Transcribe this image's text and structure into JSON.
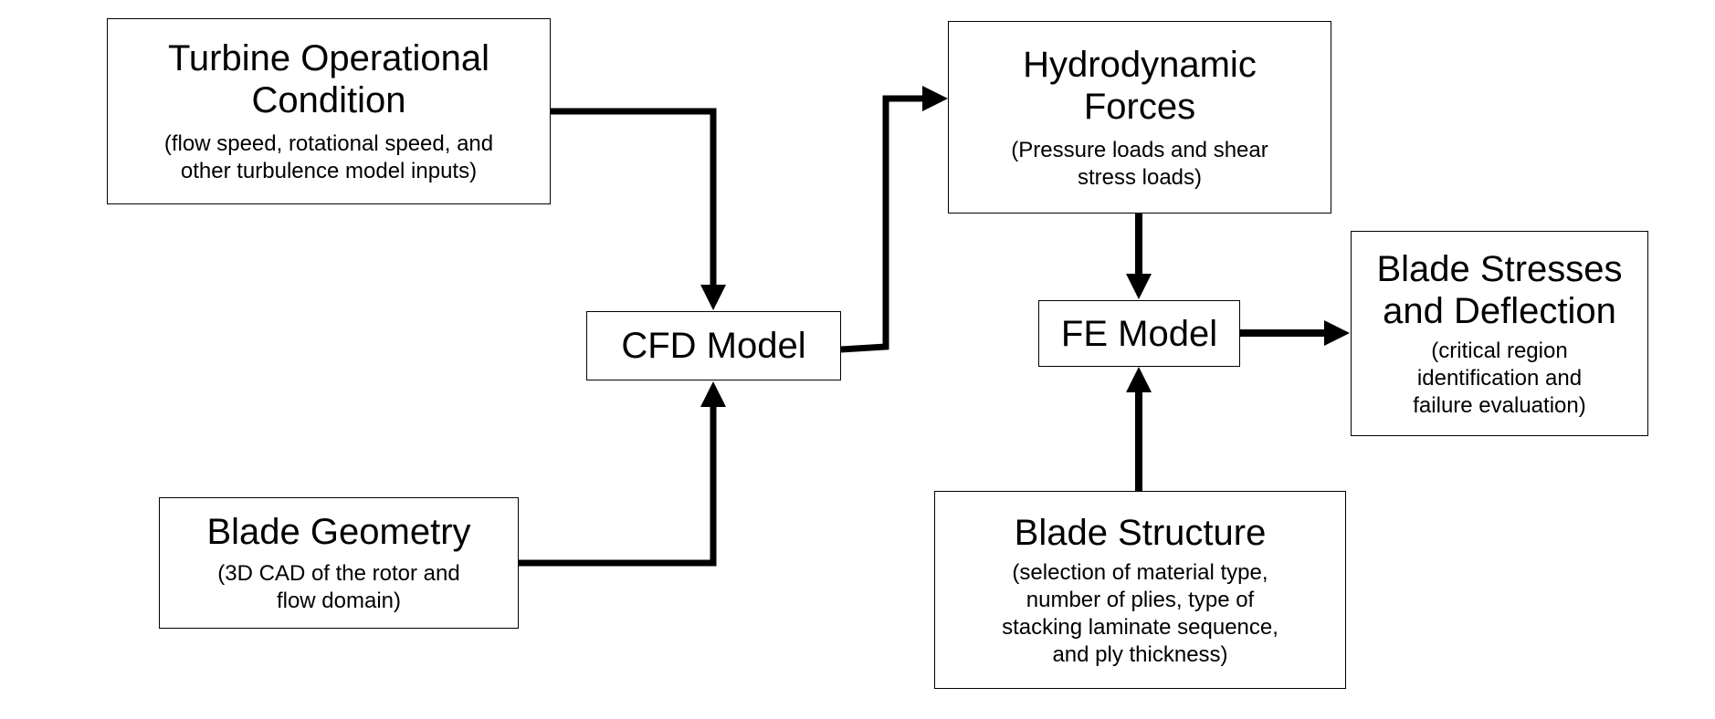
{
  "colors": {
    "stroke": "#000000",
    "background": "#ffffff"
  },
  "nodes": {
    "turbine": {
      "title": "Turbine Operational\nCondition",
      "desc": "(flow speed, rotational speed,  and\nother turbulence model inputs)"
    },
    "geometry": {
      "title": "Blade Geometry",
      "desc": "(3D CAD of the rotor and\nflow domain)"
    },
    "cfd": {
      "title": "CFD Model"
    },
    "hydro": {
      "title": "Hydrodynamic\nForces",
      "desc": "(Pressure loads and shear\nstress loads)"
    },
    "fe": {
      "title": "FE Model"
    },
    "stress": {
      "title": "Blade Stresses\nand Deflection",
      "desc": "(critical region\nidentification and\nfailure evaluation)"
    },
    "structure": {
      "title": "Blade Structure",
      "desc": "(selection of material type,\nnumber of plies, type of\nstacking laminate sequence,\nand ply thickness)"
    }
  },
  "edges": [
    {
      "from": "turbine",
      "to": "cfd"
    },
    {
      "from": "geometry",
      "to": "cfd"
    },
    {
      "from": "cfd",
      "to": "hydro"
    },
    {
      "from": "hydro",
      "to": "fe"
    },
    {
      "from": "structure",
      "to": "fe"
    },
    {
      "from": "fe",
      "to": "stress"
    }
  ]
}
